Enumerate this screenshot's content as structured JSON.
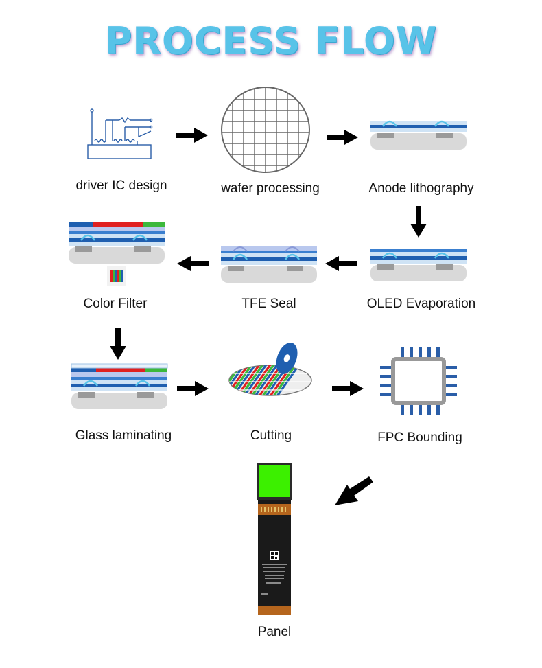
{
  "title": "PROCESS FLOW",
  "steps": [
    {
      "label": "driver IC design",
      "icon": "circuit-schematic-icon"
    },
    {
      "label": "wafer processing",
      "icon": "wafer-icon"
    },
    {
      "label": "Anode lithography",
      "icon": "layer-stack-icon"
    },
    {
      "label": "OLED Evaporation",
      "icon": "layer-stack-icon"
    },
    {
      "label": "TFE Seal",
      "icon": "layer-stack-icon"
    },
    {
      "label": "Color Filter",
      "icon": "color-filter-stack-icon"
    },
    {
      "label": "Glass laminating",
      "icon": "color-filter-stack-icon"
    },
    {
      "label": "Cutting",
      "icon": "dicing-saw-icon"
    },
    {
      "label": "FPC Bounding",
      "icon": "chip-icon"
    },
    {
      "label": "Panel",
      "icon": "oled-panel-icon"
    }
  ],
  "colors": {
    "title": "#58c3e8",
    "diagram_line": "#2a5ea8",
    "layer_blue": "#1f5fb0",
    "layer_light": "#cfe3f5",
    "substrate": "#d9d9d9",
    "filter_red": "#e02020",
    "filter_green": "#3cb83c",
    "panel_screen": "#3cf000",
    "flex_cable": "#1a1a1a",
    "connector": "#b5651d"
  }
}
